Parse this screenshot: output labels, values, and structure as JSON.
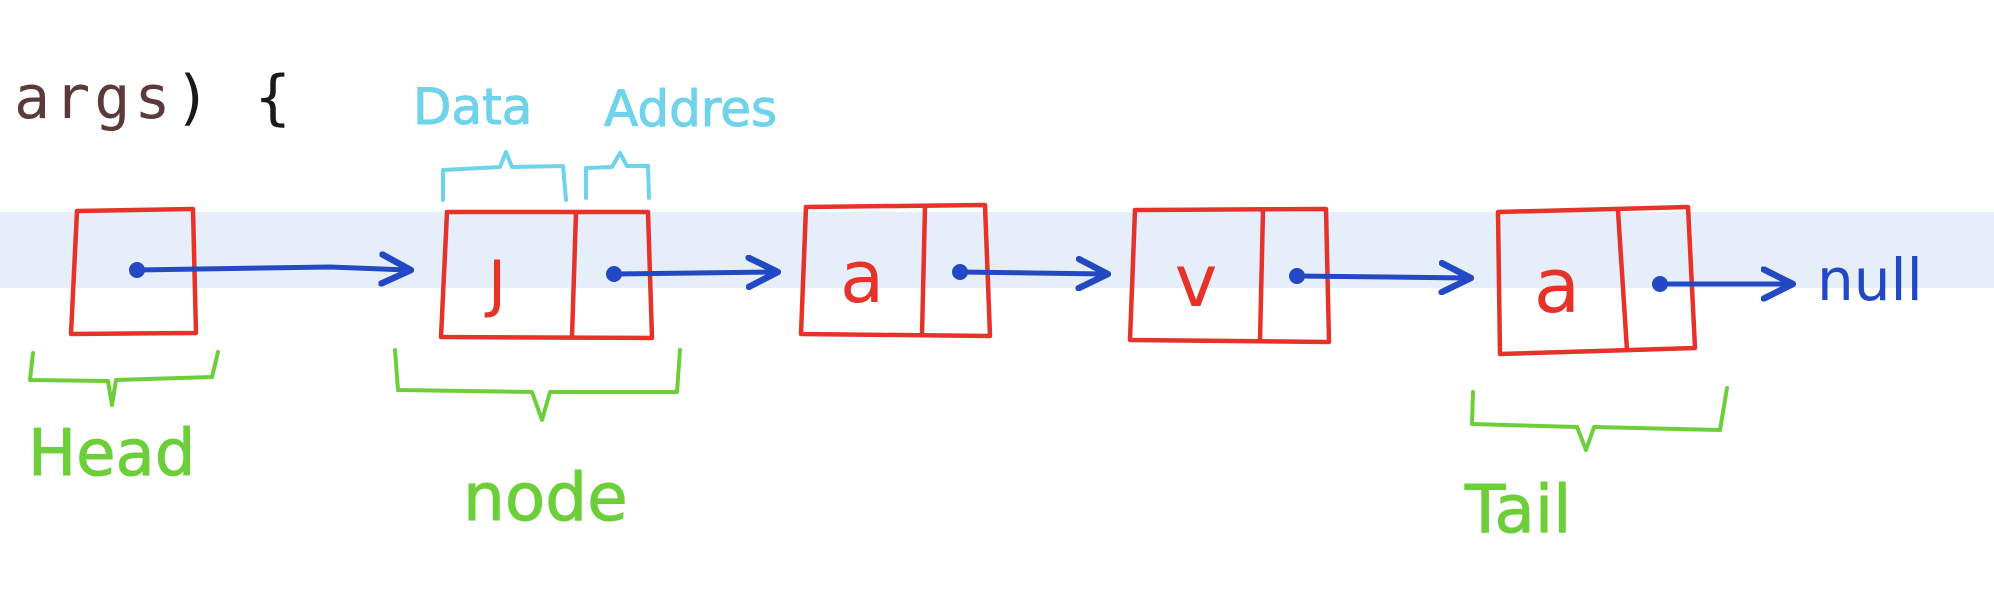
{
  "code_line": {
    "args_text": "args",
    "punct_text": ") {"
  },
  "labels": {
    "data": "Data",
    "address": "Addres",
    "head": "Head",
    "node": "node",
    "tail": "Tail",
    "null": "null"
  },
  "nodes": [
    {
      "value": "J"
    },
    {
      "value": "a"
    },
    {
      "value": "v"
    },
    {
      "value": "a"
    }
  ],
  "colors": {
    "box": "#e5332a",
    "arrow": "#2348c4",
    "label_green": "#6ccf3a",
    "label_cyan": "#6fd3ea",
    "band": "#e6eefa"
  }
}
